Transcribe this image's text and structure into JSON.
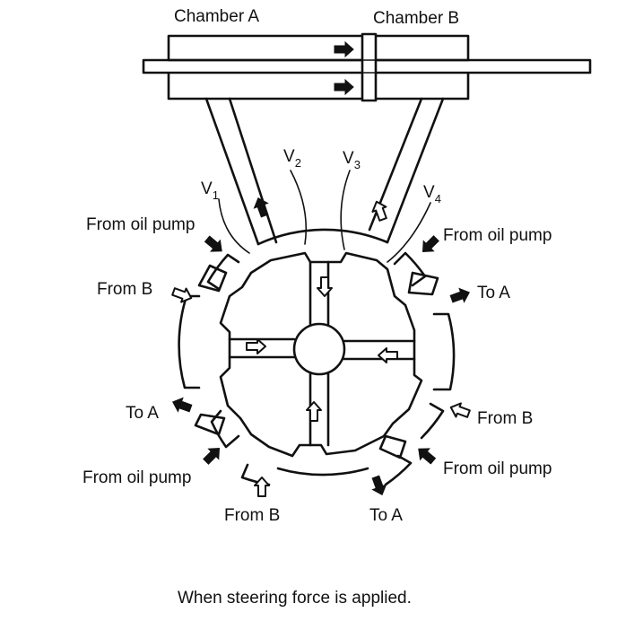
{
  "labels": {
    "chamber_a": "Chamber A",
    "chamber_b": "Chamber B",
    "v1": "V",
    "v1_sub": "1",
    "v2": "V",
    "v2_sub": "2",
    "v3": "V",
    "v3_sub": "3",
    "v4": "V",
    "v4_sub": "4",
    "from_oil_pump_tl": "From oil pump",
    "from_oil_pump_tr": "From oil pump",
    "from_oil_pump_bl": "From oil pump",
    "from_oil_pump_br": "From oil pump",
    "from_b_left": "From B",
    "from_b_right": "From B",
    "from_b_bottom": "From B",
    "to_a_right": "To A",
    "to_a_left": "To A",
    "to_a_bottom": "To A"
  },
  "caption": "When steering force is applied.",
  "legend_semantics": {
    "solid_arrow": "solid-arrow-icon",
    "hollow_arrow": "hollow-arrow-icon"
  }
}
